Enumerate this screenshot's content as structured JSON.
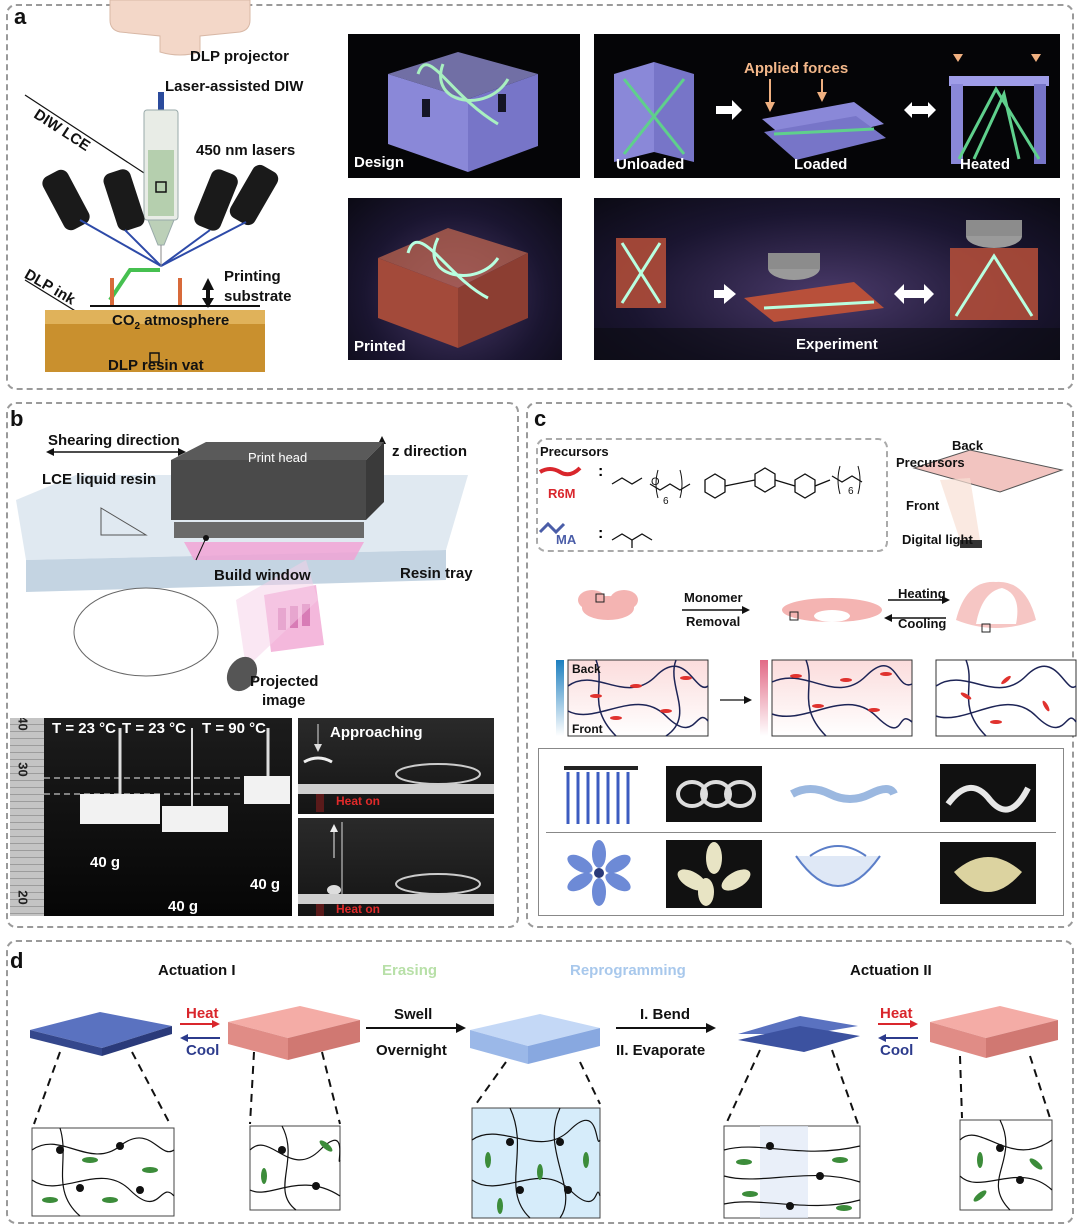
{
  "panel_a": {
    "label": "a",
    "dlp_projector": "DLP projector",
    "laser_diw": "Laser-assisted DIW",
    "diw_lce": "DIW LCE",
    "lasers": "450 nm lasers",
    "printing_substrate_1": "Printing",
    "printing_substrate_2": "substrate",
    "co2_prefix": "CO",
    "co2_sub": "2",
    "co2_suffix": " atmosphere",
    "dlp_ink": "DLP ink",
    "dlp_resin_vat": "DLP resin vat",
    "design": "Design",
    "printed": "Printed",
    "applied_forces": "Applied forces",
    "unloaded": "Unloaded",
    "loaded": "Loaded",
    "heated": "Heated",
    "experiment": "Experiment"
  },
  "panel_b": {
    "label": "b",
    "shearing_direction": "Shearing direction",
    "z_direction": "z direction",
    "print_head": "Print head",
    "lce_liquid_resin": "LCE liquid resin",
    "build_window": "Build window",
    "resin_tray": "Resin tray",
    "projected_1": "Projected",
    "projected_2": "image",
    "temps": [
      "T = 23 °C",
      "T = 23 °C",
      "T = 90 °C"
    ],
    "weights": [
      "40 g",
      "40 g",
      "40 g"
    ],
    "ruler_marks": [
      "40",
      "30",
      "20"
    ],
    "approaching": "Approaching",
    "heat_on_1": "Heat on",
    "heat_on_2": "Heat on"
  },
  "panel_c": {
    "label": "c",
    "precursors": "Precursors",
    "r6m": "R6M",
    "ma": "MA",
    "back": "Back",
    "precursors_right": "Precursors",
    "front": "Front",
    "digital_light": "Digital light",
    "monomer": "Monomer",
    "removal": "Removal",
    "heating": "Heating",
    "cooling": "Cooling",
    "network_back": "Back",
    "network_front": "Front",
    "subscript_6a": "6",
    "subscript_6b": "6",
    "ester_o": "O"
  },
  "panel_d": {
    "label": "d",
    "actuation_1": "Actuation I",
    "erasing": "Erasing",
    "reprogramming": "Reprogramming",
    "actuation_2": "Actuation II",
    "heat_1": "Heat",
    "cool_1": "Cool",
    "swell": "Swell",
    "overnight": "Overnight",
    "bend": "I. Bend",
    "evaporate": "II. Evaporate",
    "heat_2": "Heat",
    "cool_2": "Cool"
  },
  "colors": {
    "lavender": "#9a98e6",
    "fiber_green": "#7fe0a8",
    "erasing_green": "#b8e0a8",
    "reprogram_blue": "#a8c8ec",
    "heat_red": "#d9262c",
    "cool_blue": "#2c3b8c",
    "lce_pink": "#f2a8a4",
    "lce_blue": "#4a5da8"
  }
}
